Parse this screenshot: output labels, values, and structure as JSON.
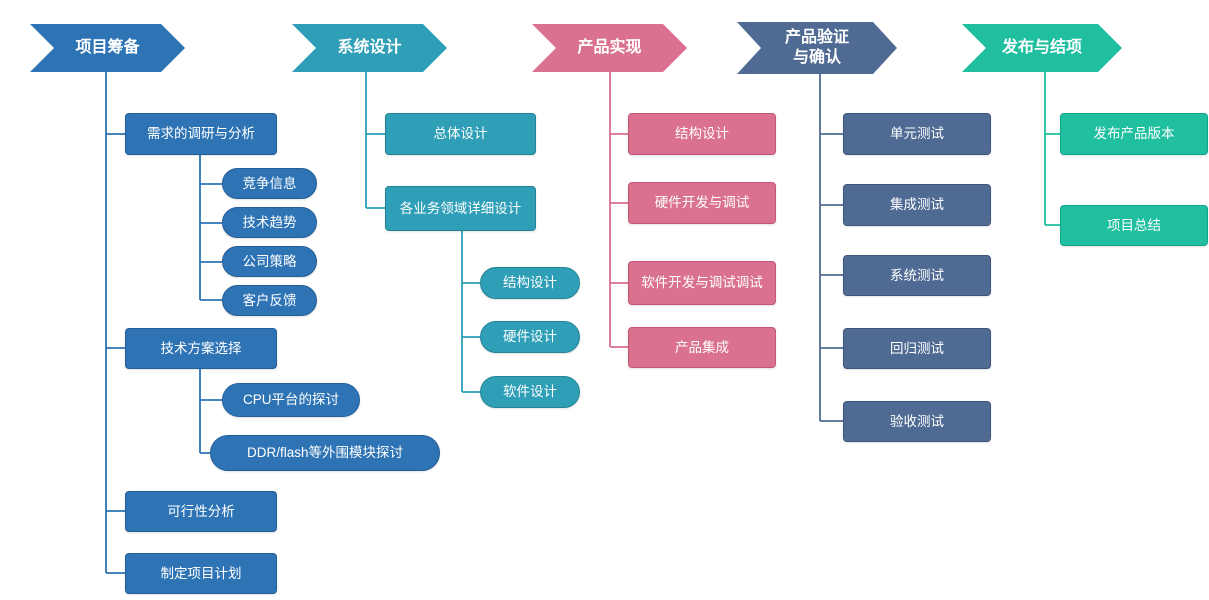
{
  "colors": {
    "preparation_blue": "#2e74b5",
    "design_teal": "#2e9fb7",
    "realization_pink": "#d9718f",
    "verification_slate": "#4f6b94",
    "release_green": "#1fbf9f",
    "background": "#ffffff",
    "text": "#ffffff"
  },
  "columns": [
    {
      "phase": "项目筹备",
      "phase_lines": [
        "项目筹备"
      ],
      "items": [
        {
          "label": "需求的调研与分析",
          "children": [
            "竞争信息",
            "技术趋势",
            "公司策略",
            "客户反馈"
          ]
        },
        {
          "label": "技术方案选择",
          "children": [
            "CPU平台的探讨",
            "DDR/flash等外围模块探讨"
          ]
        },
        {
          "label": "可行性分析",
          "children": []
        },
        {
          "label": "制定项目计划",
          "children": []
        }
      ]
    },
    {
      "phase": "系统设计",
      "phase_lines": [
        "系统设计"
      ],
      "items": [
        {
          "label": "总体设计",
          "children": []
        },
        {
          "label": "各业务领域详细设计",
          "children": [
            "结构设计",
            "硬件设计",
            "软件设计"
          ]
        }
      ]
    },
    {
      "phase": "产品实现",
      "phase_lines": [
        "产品实现"
      ],
      "items": [
        {
          "label": "结构设计",
          "children": []
        },
        {
          "label": "硬件开发与调试",
          "children": []
        },
        {
          "label": "软件开发与调试调试",
          "children": []
        },
        {
          "label": "产品集成",
          "children": []
        }
      ]
    },
    {
      "phase": "产品验证与确认",
      "phase_lines": [
        "产品验证",
        "与确认"
      ],
      "items": [
        {
          "label": "单元测试",
          "children": []
        },
        {
          "label": "集成测试",
          "children": []
        },
        {
          "label": "系统测试",
          "children": []
        },
        {
          "label": "回归测试",
          "children": []
        },
        {
          "label": "验收测试",
          "children": []
        }
      ]
    },
    {
      "phase": "发布与结项",
      "phase_lines": [
        "发布与结项"
      ],
      "items": [
        {
          "label": "发布产品版本",
          "children": []
        },
        {
          "label": "项目总结",
          "children": []
        }
      ]
    }
  ]
}
